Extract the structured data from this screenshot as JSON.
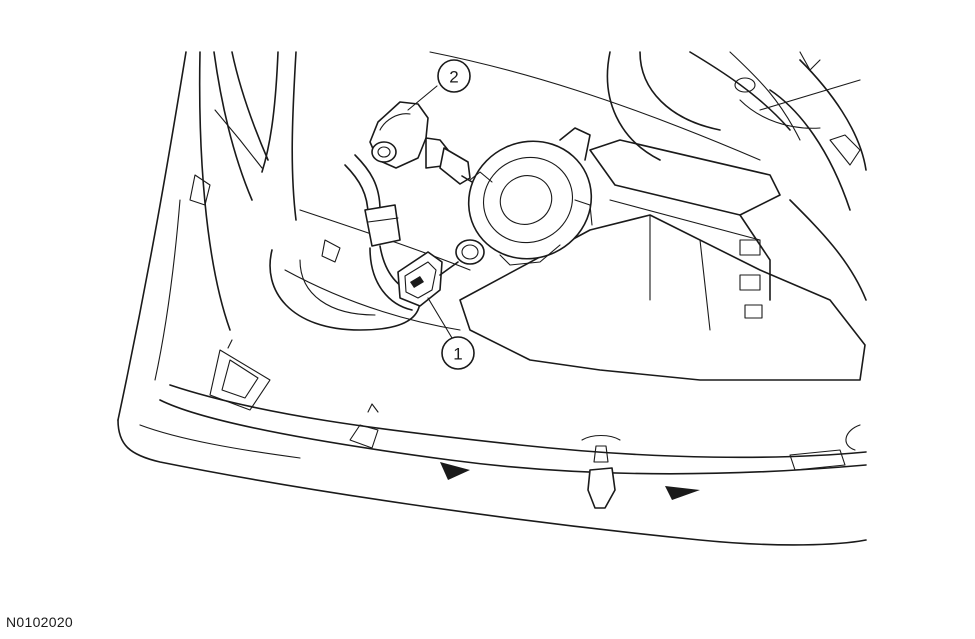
{
  "figure": {
    "id": "N0102020",
    "callouts": [
      {
        "number": "1",
        "component": "bulb-connector"
      },
      {
        "number": "2",
        "component": "bulb"
      }
    ]
  },
  "colors": {
    "line": "#1a1a1a",
    "background": "#ffffff"
  }
}
